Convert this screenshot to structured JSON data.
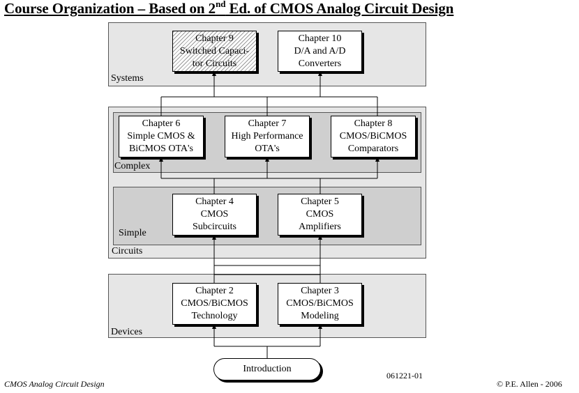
{
  "title": {
    "main": "Course Organization – Based on 2",
    "sup": "nd",
    "rest": " Ed. of CMOS Analog Circuit Design"
  },
  "sections": {
    "systems": "Systems",
    "complex": "Complex",
    "simple": "Simple",
    "circuits": "Circuits",
    "devices": "Devices"
  },
  "chapters": {
    "ch9": [
      "Chapter 9",
      "Switched Capaci-",
      "tor Circuits"
    ],
    "ch10": [
      "Chapter 10",
      "D/A and A/D",
      "Converters"
    ],
    "ch6": [
      "Chapter 6",
      "Simple CMOS &",
      "BiCMOS OTA's"
    ],
    "ch7": [
      "Chapter 7",
      "High Performance",
      "OTA's"
    ],
    "ch8": [
      "Chapter 8",
      "CMOS/BiCMOS",
      "Comparators"
    ],
    "ch4": [
      "Chapter 4",
      "CMOS",
      "Subcircuits"
    ],
    "ch5": [
      "Chapter 5",
      "CMOS",
      "Amplifiers"
    ],
    "ch2": [
      "Chapter 2",
      "CMOS/BiCMOS",
      "Technology"
    ],
    "ch3": [
      "Chapter 3",
      "CMOS/BiCMOS",
      "Modeling"
    ]
  },
  "introduction": "Introduction",
  "figure_id": "061221-01",
  "footer": {
    "left": "CMOS Analog Circuit Design",
    "right": "© P.E. Allen - 2006"
  },
  "colors": {
    "outer_panel": "#e6e6e6",
    "inner_panel": "#cfcfcf",
    "box": "#ffffff",
    "line": "#000000"
  }
}
